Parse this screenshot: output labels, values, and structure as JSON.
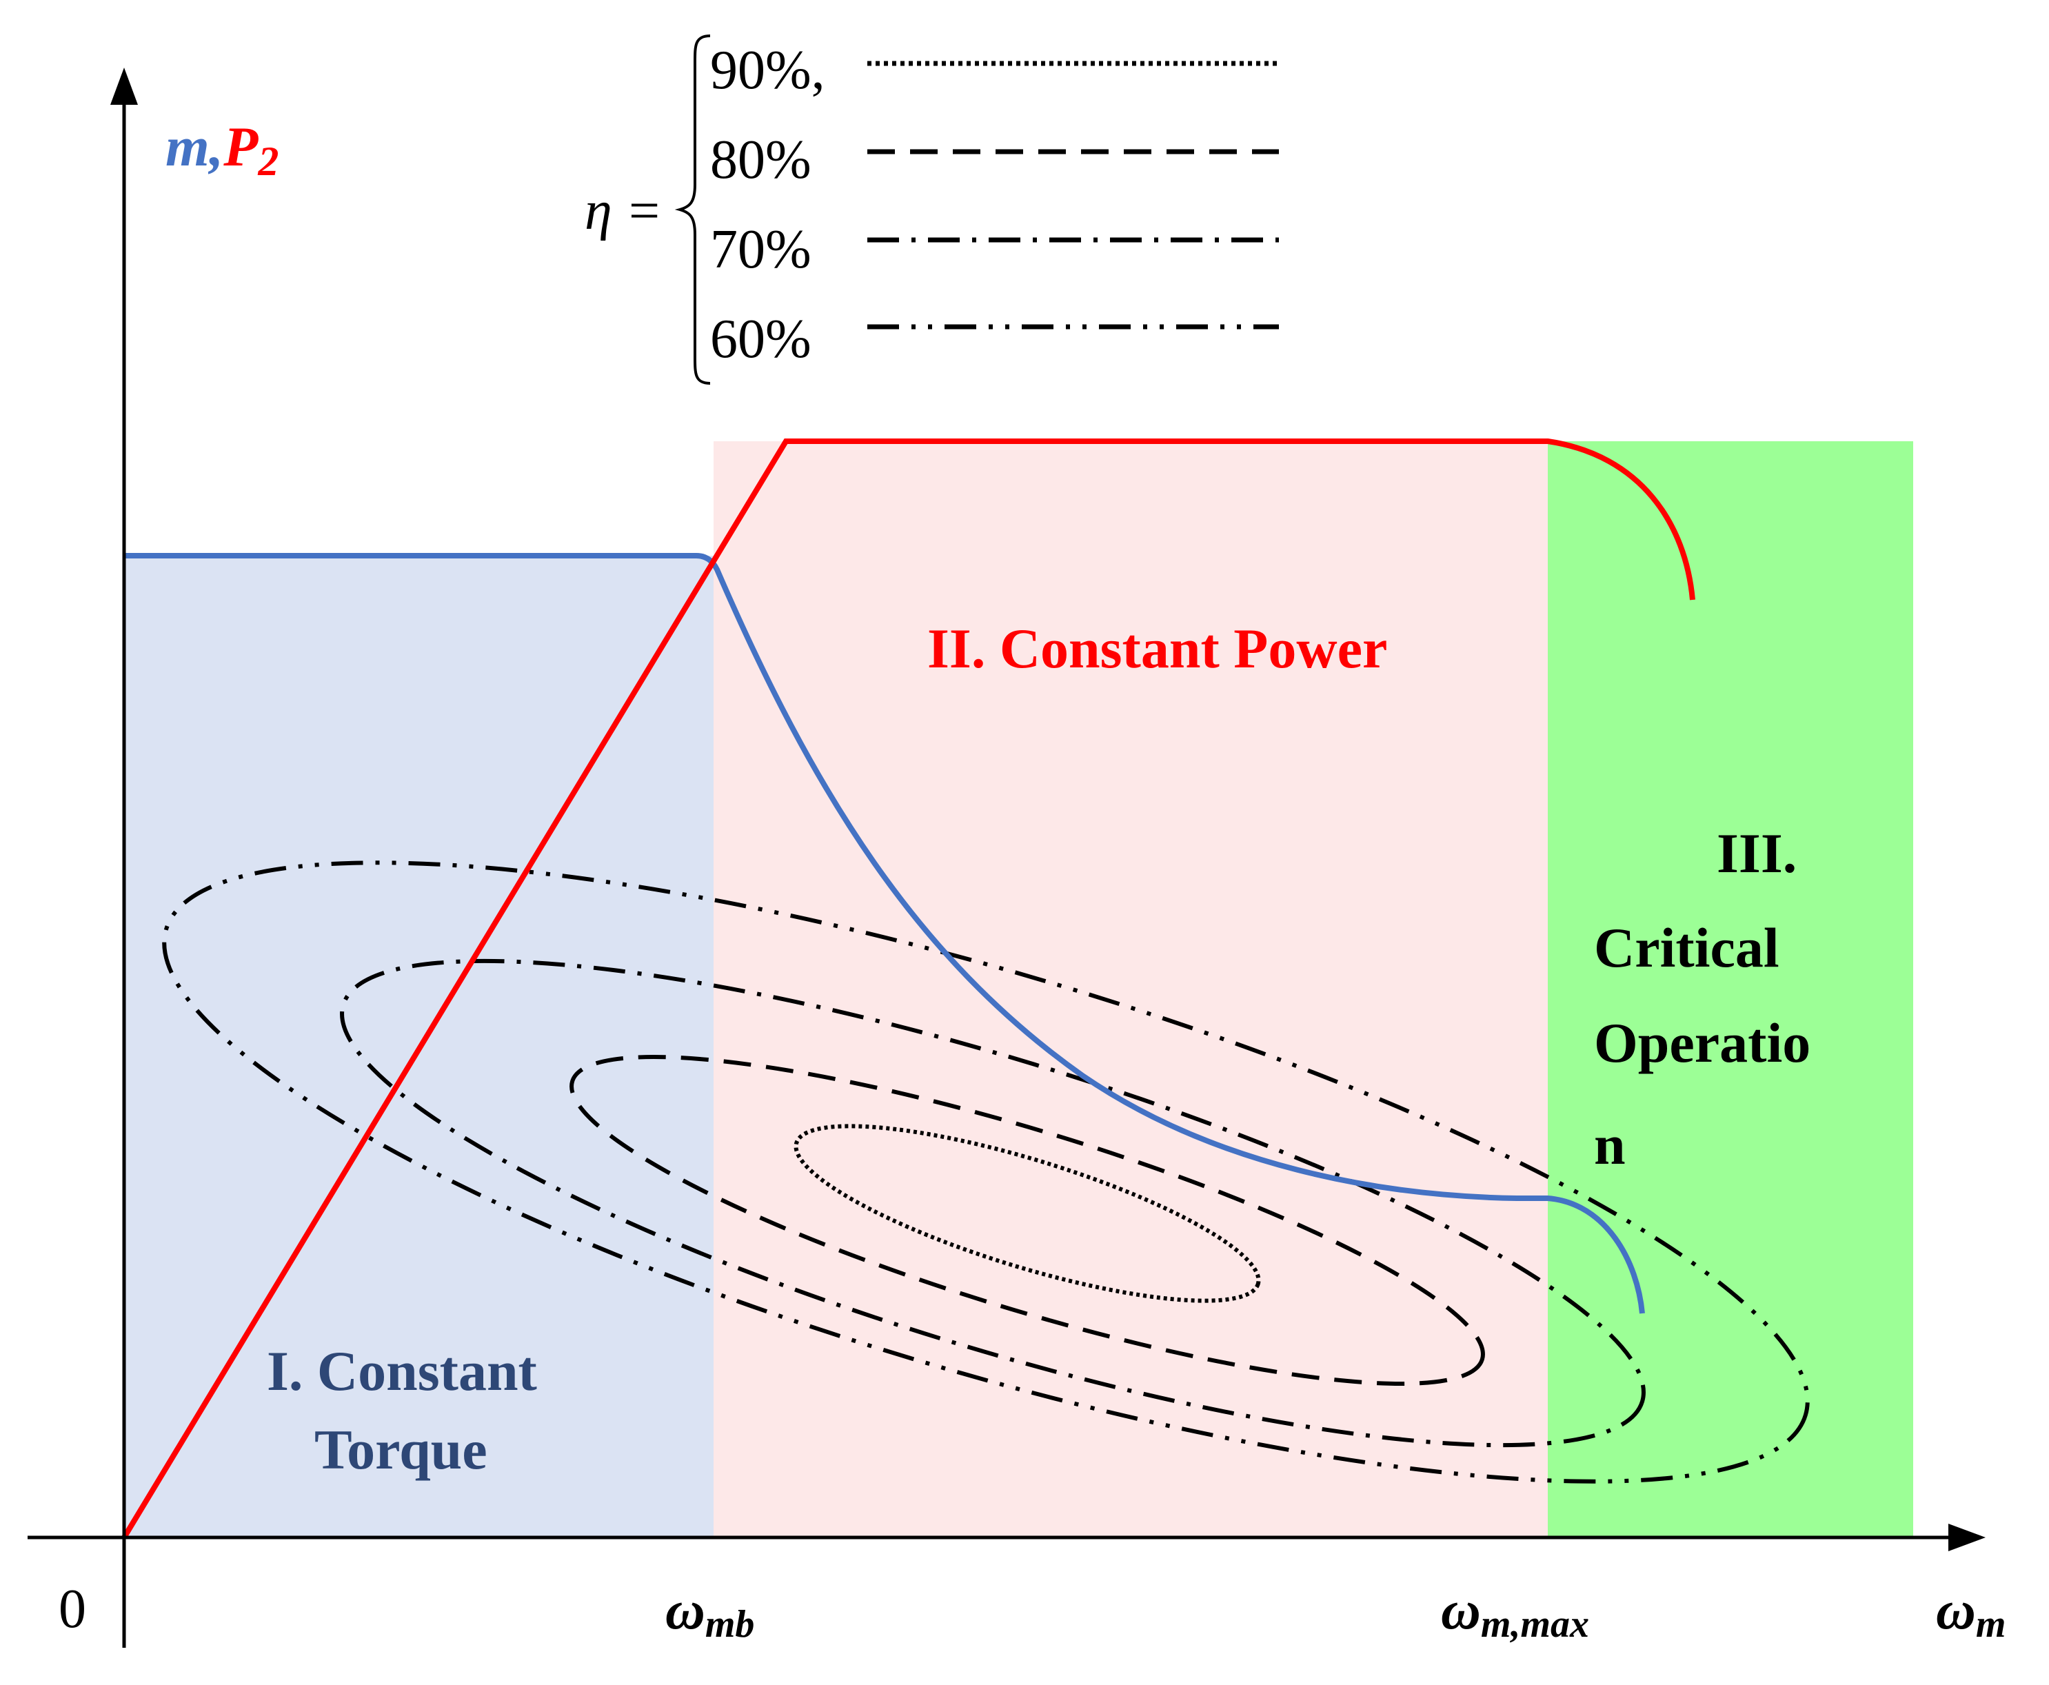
{
  "axes": {
    "origin_label": "0",
    "y_label": {
      "m": "m",
      "comma": ",",
      "p": "P",
      "p_sub": "2"
    },
    "x_label": {
      "main": "ω",
      "sub": "m"
    },
    "tick_mb": {
      "main": "ω",
      "sub": "mb"
    },
    "tick_max": {
      "main": "ω",
      "sub": "m,max"
    }
  },
  "regions": {
    "constant_torque": {
      "line1": "I. Constant",
      "line2": "Torque",
      "color": "#dbe3f3",
      "text_color": "#2e4776"
    },
    "constant_power": {
      "label": "II. Constant Power",
      "color": "#fde8e8",
      "text_color": "#ff0000"
    },
    "critical": {
      "line1": "III.",
      "line2": "Critical",
      "line3": "Operatio",
      "line4": "n",
      "color": "#9cff96",
      "text_color": "#000000"
    }
  },
  "curves": {
    "torque_color": "#4472c4",
    "power_color": "#ff0000"
  },
  "legend": {
    "eta_symbol": "η",
    "equals": "=",
    "items": [
      {
        "label": "90%,",
        "style": "dotted"
      },
      {
        "label": "80%",
        "style": "dashed"
      },
      {
        "label": "70%",
        "style": "dash-dot"
      },
      {
        "label": "60%",
        "style": "dash-dot-dot"
      }
    ]
  }
}
